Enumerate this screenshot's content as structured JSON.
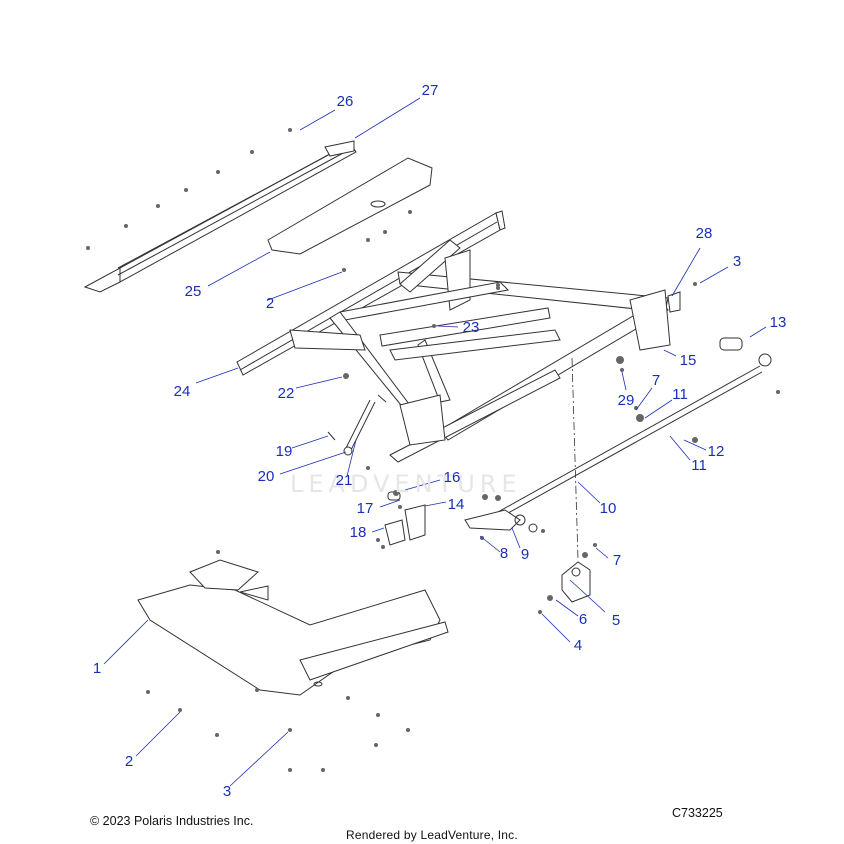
{
  "callouts": [
    "1",
    "2",
    "2",
    "3",
    "3",
    "4",
    "5",
    "6",
    "7",
    "7",
    "8",
    "9",
    "10",
    "11",
    "11",
    "12",
    "13",
    "14",
    "15",
    "16",
    "17",
    "18",
    "19",
    "20",
    "21",
    "22",
    "23",
    "24",
    "25",
    "26",
    "27",
    "28",
    "29"
  ],
  "footer": {
    "copyright": "© 2023 Polaris Industries Inc.",
    "figure_id": "C733225",
    "rendered_by": "Rendered by LeadVenture, Inc."
  },
  "watermark": "LEADVENTURE",
  "colors": {
    "callout": "#1a2fb8",
    "line": "#333333"
  }
}
